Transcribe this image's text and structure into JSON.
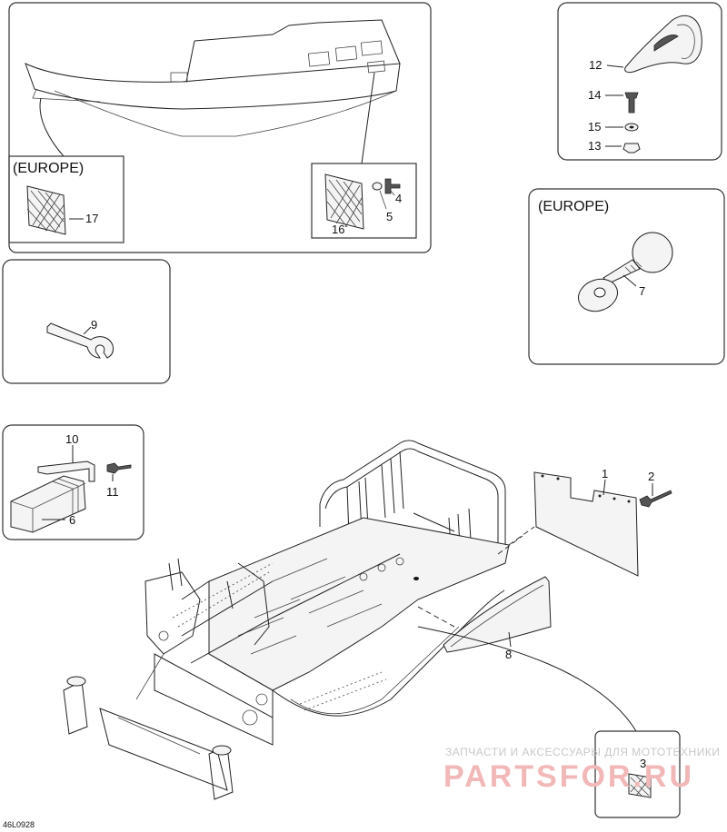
{
  "boxes": {
    "europe_label_left": "(EUROPE)",
    "europe_label_right": "(EUROPE)"
  },
  "callouts": {
    "p1": "1",
    "p2": "2",
    "p3": "3",
    "p4": "4",
    "p5": "5",
    "p6": "6",
    "p7": "7",
    "p8": "8",
    "p9": "9",
    "p10": "10",
    "p11": "11",
    "p12": "12",
    "p13": "13",
    "p14": "14",
    "p15": "15",
    "p16": "16",
    "p17": "17"
  },
  "footer": {
    "drawing_code": "46L0928"
  },
  "watermark": {
    "tagline": "ЗАПЧАСТИ И АКСЕССУАРЫ ДЛЯ МОТОТЕХНИКИ",
    "brand": "PARTSFOR.RU"
  },
  "colors": {
    "line": "#222222",
    "watermark_brand": "#f2b8b8",
    "watermark_tagline": "#c8c8c8"
  }
}
